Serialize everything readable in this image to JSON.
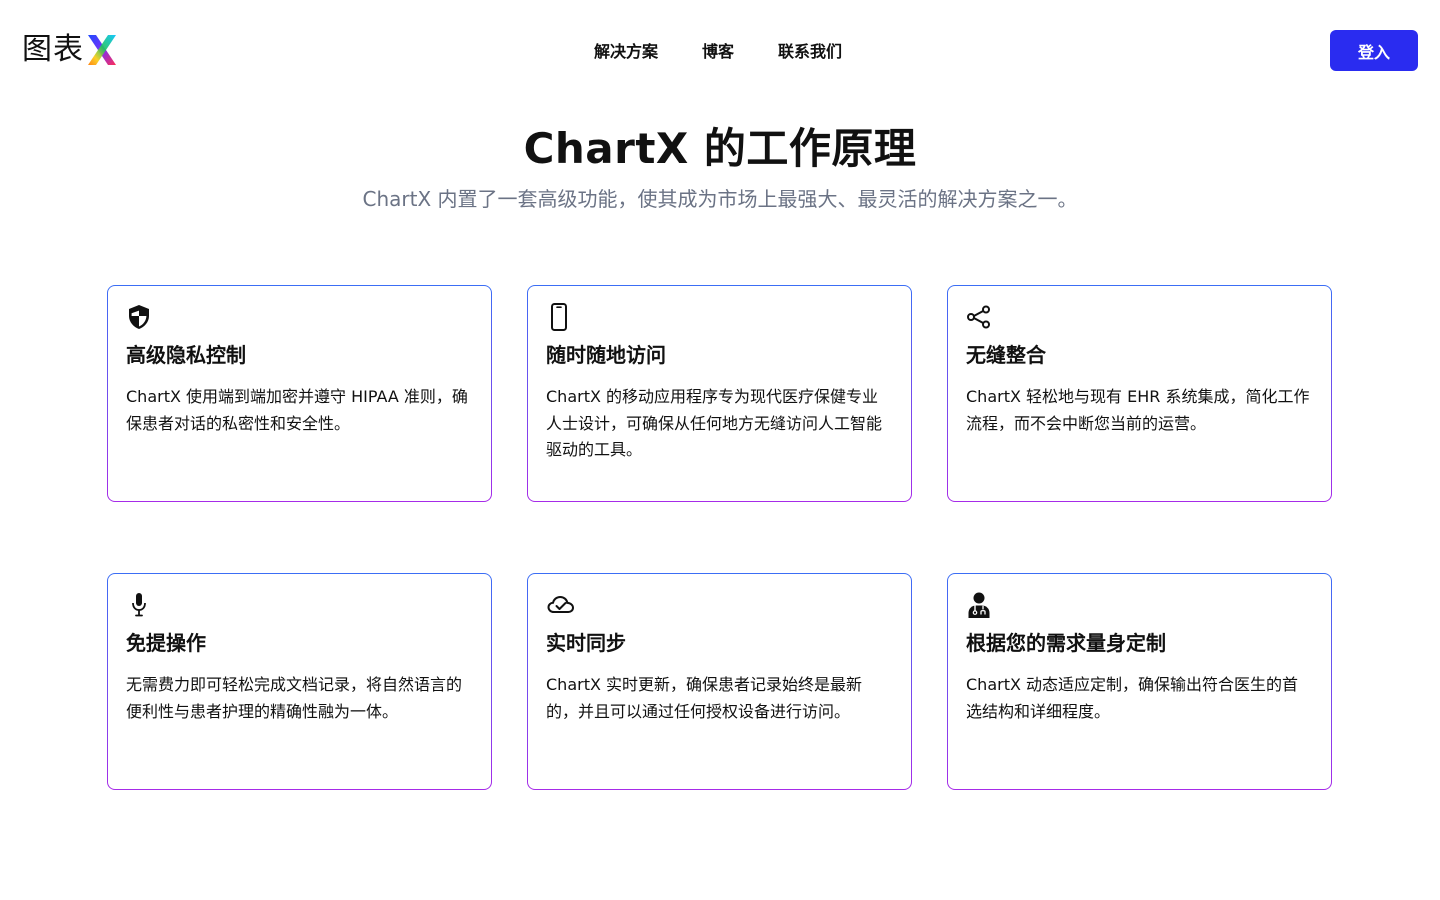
{
  "header": {
    "logo_text": "图表",
    "logo_mark": "X",
    "nav": [
      {
        "label": "解决方案"
      },
      {
        "label": "博客"
      },
      {
        "label": "联系我们"
      }
    ],
    "login_label": "登入",
    "accent_color": "#2a2cf0"
  },
  "hero": {
    "title": "ChartX 的工作原理",
    "subtitle": "ChartX 内置了一套高级功能，使其成为市场上最强大、最灵活的解决方案之一。"
  },
  "features": [
    {
      "icon": "shield-icon",
      "title": "高级隐私控制",
      "description": "ChartX 使用端到端加密并遵守 HIPAA 准则，确保患者对话的私密性和安全性。"
    },
    {
      "icon": "smartphone-icon",
      "title": "随时随地访问",
      "description": "ChartX 的移动应用程序专为现代医疗保健专业人士设计，可确保从任何地方无缝访问人工智能驱动的工具。"
    },
    {
      "icon": "share-nodes-icon",
      "title": "无缝整合",
      "description": "ChartX 轻松地与现有 EHR 系统集成，简化工作流程，而不会中断您当前的运营。"
    },
    {
      "icon": "microphone-icon",
      "title": "免提操作",
      "description": "无需费力即可轻松完成文档记录，将自然语言的便利性与患者护理的精确性融为一体。"
    },
    {
      "icon": "cloud-check-icon",
      "title": "实时同步",
      "description": "ChartX 实时更新，确保患者记录始终是最新的，并且可以通过任何授权设备进行访问。"
    },
    {
      "icon": "doctor-icon",
      "title": "根据您的需求量身定制",
      "description": "ChartX 动态适应定制，确保输出符合医生的首选结构和详细程度。"
    }
  ],
  "colors": {
    "card_border_start": "#3b6ef5",
    "card_border_end": "#a62be8",
    "subtitle": "#6b7385"
  }
}
